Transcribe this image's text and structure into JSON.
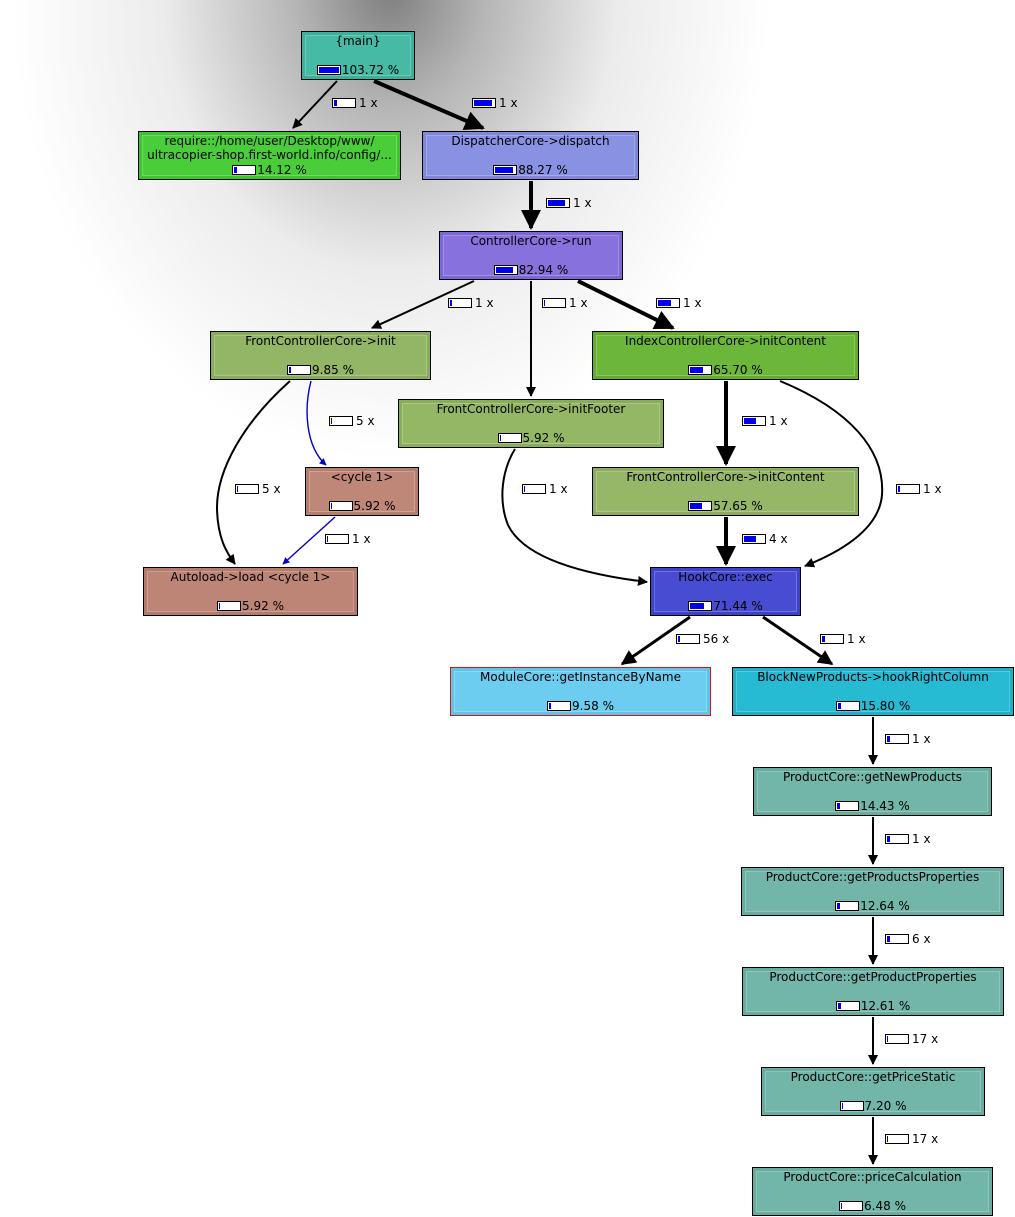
{
  "nodes": [
    {
      "id": "main",
      "label": "{main}",
      "percent": "103.72 %",
      "fill": 1.0,
      "color": "#3cb09a"
    },
    {
      "id": "require",
      "label": "require::/home/user/Desktop/www/\nultracopier-shop.first-world.info/config/...",
      "percent": "14.12 %",
      "fill": 0.1412,
      "color": "#3fc42f"
    },
    {
      "id": "dispatch",
      "label": "DispatcherCore->dispatch",
      "percent": "88.27 %",
      "fill": 0.8827,
      "color": "#7f88d8"
    },
    {
      "id": "run",
      "label": "ControllerCore->run",
      "percent": "82.94 %",
      "fill": 0.8294,
      "color": "#7c67d3"
    },
    {
      "id": "fcinit",
      "label": "FrontControllerCore->init",
      "percent": "9.85 %",
      "fill": 0.0985,
      "color": "#88ac5b"
    },
    {
      "id": "icinit",
      "label": "IndexControllerCore->initContent",
      "percent": "65.70 %",
      "fill": 0.657,
      "color": "#62ac2f"
    },
    {
      "id": "footer",
      "label": "FrontControllerCore->initFooter",
      "percent": "5.92 %",
      "fill": 0.0592,
      "color": "#8aad5b"
    },
    {
      "id": "cycle",
      "label": "<cycle 1>",
      "percent": "5.92 %",
      "fill": 0.0592,
      "color": "#b57d6d"
    },
    {
      "id": "fcinitc",
      "label": "FrontControllerCore->initContent",
      "percent": "57.65 %",
      "fill": 0.5765,
      "color": "#8cac5e"
    },
    {
      "id": "autoload",
      "label": "Autoload->load <cycle 1>",
      "percent": "5.92 %",
      "fill": 0.0592,
      "color": "#b37b6c"
    },
    {
      "id": "hook",
      "label": "HookCore::exec",
      "percent": "71.44 %",
      "fill": 0.7144,
      "color": "#3d42c8"
    },
    {
      "id": "module",
      "label": "ModuleCore::getInstanceByName",
      "percent": "9.58 %",
      "fill": 0.0958,
      "color": "#63c3e6"
    },
    {
      "id": "block",
      "label": "BlockNewProducts->hookRightColumn",
      "percent": "15.80 %",
      "fill": 0.158,
      "color": "#1cb0c9"
    },
    {
      "id": "newprod",
      "label": "ProductCore::getNewProducts",
      "percent": "14.43 %",
      "fill": 0.1443,
      "color": "#68ab9f"
    },
    {
      "id": "prodsprops",
      "label": "ProductCore::getProductsProperties",
      "percent": "12.64 %",
      "fill": 0.1264,
      "color": "#68ab9f"
    },
    {
      "id": "prodprops",
      "label": "ProductCore::getProductProperties",
      "percent": "12.61 %",
      "fill": 0.1261,
      "color": "#68ab9f"
    },
    {
      "id": "pricestatic",
      "label": "ProductCore::getPriceStatic",
      "percent": "7.20 %",
      "fill": 0.072,
      "color": "#68ab9f"
    },
    {
      "id": "pricecalc",
      "label": "ProductCore::priceCalculation",
      "percent": "6.48 %",
      "fill": 0.0648,
      "color": "#68ab9f"
    }
  ],
  "edges": [
    {
      "from": "main",
      "to": "require",
      "calls": "1 x",
      "fill": 0.1412
    },
    {
      "from": "main",
      "to": "dispatch",
      "calls": "1 x",
      "fill": 0.8827
    },
    {
      "from": "dispatch",
      "to": "run",
      "calls": "1 x",
      "fill": 0.8294
    },
    {
      "from": "run",
      "to": "fcinit",
      "calls": "1 x",
      "fill": 0.0985
    },
    {
      "from": "run",
      "to": "footer",
      "calls": "1 x",
      "fill": 0.0592
    },
    {
      "from": "run",
      "to": "icinit",
      "calls": "1 x",
      "fill": 0.657
    },
    {
      "from": "fcinit",
      "to": "cycle",
      "calls": "5 x",
      "fill": 0.0592
    },
    {
      "from": "fcinit",
      "to": "autoload",
      "calls": "5 x",
      "fill": 0.0592
    },
    {
      "from": "cycle",
      "to": "autoload",
      "calls": "1 x",
      "fill": 0.0592
    },
    {
      "from": "icinit",
      "to": "fcinitc",
      "calls": "1 x",
      "fill": 0.5765
    },
    {
      "from": "icinit",
      "to": "hook",
      "calls": "1 x",
      "fill": 0.08
    },
    {
      "from": "footer",
      "to": "hook",
      "calls": "1 x",
      "fill": 0.0592
    },
    {
      "from": "fcinitc",
      "to": "hook",
      "calls": "4 x",
      "fill": 0.5765
    },
    {
      "from": "hook",
      "to": "module",
      "calls": "56 x",
      "fill": 0.0958
    },
    {
      "from": "hook",
      "to": "block",
      "calls": "1 x",
      "fill": 0.158
    },
    {
      "from": "block",
      "to": "newprod",
      "calls": "1 x",
      "fill": 0.1443
    },
    {
      "from": "newprod",
      "to": "prodsprops",
      "calls": "1 x",
      "fill": 0.1264
    },
    {
      "from": "prodsprops",
      "to": "prodprops",
      "calls": "6 x",
      "fill": 0.1261
    },
    {
      "from": "prodprops",
      "to": "pricestatic",
      "calls": "17 x",
      "fill": 0.072
    },
    {
      "from": "pricestatic",
      "to": "pricecalc",
      "calls": "17 x",
      "fill": 0.0648
    }
  ]
}
